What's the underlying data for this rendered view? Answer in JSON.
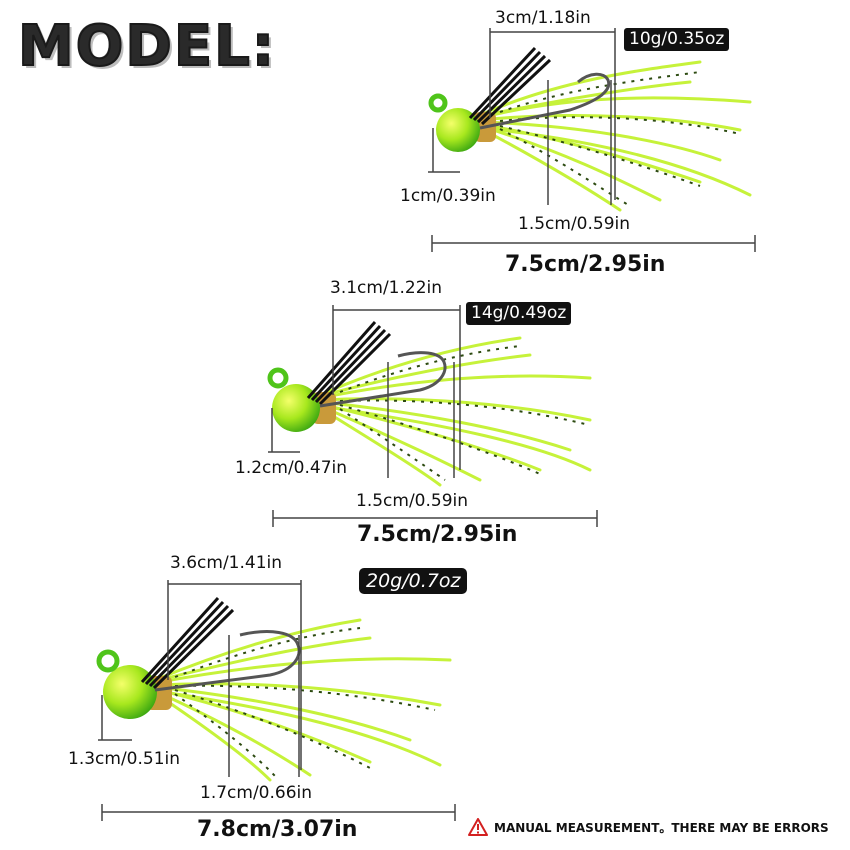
{
  "title": "MODEL:",
  "models": [
    {
      "weight": "10g/0.35oz",
      "skirt_width": "3cm/1.18in",
      "head_height": "1cm/0.39in",
      "hook_gap": "1.5cm/0.59in",
      "total_length": "7.5cm/2.95in"
    },
    {
      "weight": "14g/0.49oz",
      "skirt_width": "3.1cm/1.22in",
      "head_height": "1.2cm/0.47in",
      "hook_gap": "1.5cm/0.59in",
      "total_length": "7.5cm/2.95in"
    },
    {
      "weight": "20g/0.7oz",
      "skirt_width": "3.6cm/1.41in",
      "head_height": "1.3cm/0.51in",
      "hook_gap": "1.7cm/0.66in",
      "total_length": "7.8cm/3.07in"
    }
  ],
  "warning": "MANUAL MEASUREMENT。THERE MAY BE ERRORS",
  "colors": {
    "skirt": "#c6f23a",
    "head": "#5ccf1a",
    "weedguard": "#111111",
    "hook": "#555555"
  }
}
